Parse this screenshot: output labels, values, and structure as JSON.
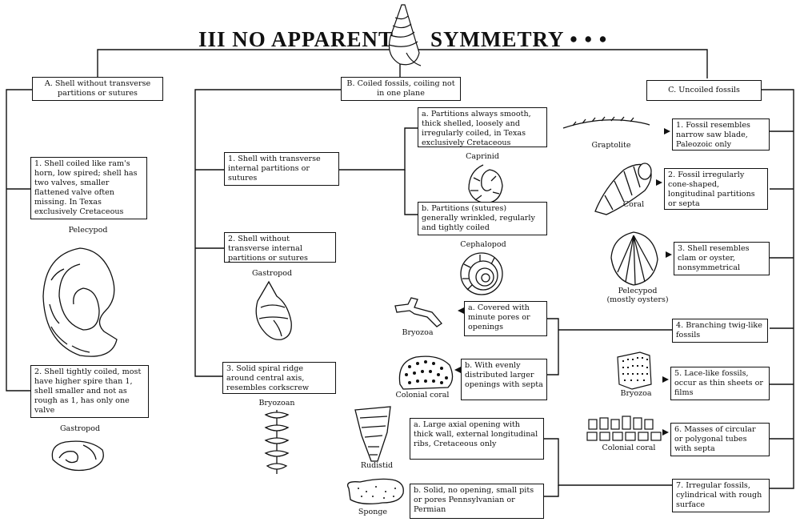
{
  "title": {
    "left": "III NO APPARENT",
    "right": "SYMMETRY • • •"
  },
  "branches": {
    "A": {
      "label": "A. Shell without transverse partitions or sutures",
      "items": [
        {
          "text": "1. Shell coiled like ram's horn, low spired; shell has two valves, smaller flattened valve often missing.  In Texas exclusively Cretaceous",
          "fossil": "Pelecypod"
        },
        {
          "text": "2. Shell tightly coiled, most have higher spire than 1, shell smaller and not as rough as 1, has only one valve",
          "fossil": "Gastropod"
        }
      ]
    },
    "B": {
      "label": "B. Coiled fossils, coiling not in one plane",
      "items": [
        {
          "text": "1. Shell with transverse internal partitions or sutures",
          "sub": [
            {
              "text": "a. Partitions always smooth, thick shelled, loosely and irregularly coiled, in Texas exclusively Cretaceous",
              "fossil": "Caprinid"
            },
            {
              "text": "b. Partitions (sutures) generally wrinkled, regularly and tightly coiled",
              "fossil": "Cephalopod"
            }
          ]
        },
        {
          "text": "2. Shell without transverse internal partitions or sutures",
          "fossil": "Gastropod"
        },
        {
          "text": "3. Solid spiral ridge around central axis, resembles corkscrew",
          "fossil": "Bryozoan"
        }
      ]
    },
    "C": {
      "label": "C. Uncoiled fossils",
      "items": [
        {
          "text": "1. Fossil resembles narrow saw blade, Paleozoic only",
          "fossil": "Graptolite"
        },
        {
          "text": "2. Fossil irregularly cone-shaped, longitudinal partitions or septa",
          "fossil": "Coral"
        },
        {
          "text": "3. Shell resembles clam or oyster, nonsymmetrical",
          "fossil": "Pelecypod",
          "fossil_note": "(mostly oysters)"
        },
        {
          "text": "4. Branching twig-like fossils",
          "sub": [
            {
              "text": "a. Covered with minute pores or openings",
              "fossil": "Bryozoa"
            },
            {
              "text": "b. With evenly distributed larger openings with septa",
              "fossil": "Colonial coral"
            }
          ]
        },
        {
          "text": "5. Lace-like fossils, occur as thin sheets or films",
          "fossil": "Bryozoa"
        },
        {
          "text": "6. Masses of circular or polygonal tubes with septa",
          "fossil": "Colonial coral"
        },
        {
          "text": "7. Irregular fossils, cylindrical with rough surface",
          "sub": [
            {
              "text": "a. Large axial opening with thick wall, external longitudinal ribs, Cretaceous only",
              "fossil": "Rudistid"
            },
            {
              "text": "b. Solid, no opening, small pits or pores Pennsylvanian or Permian",
              "fossil": "Sponge"
            }
          ]
        }
      ]
    }
  }
}
